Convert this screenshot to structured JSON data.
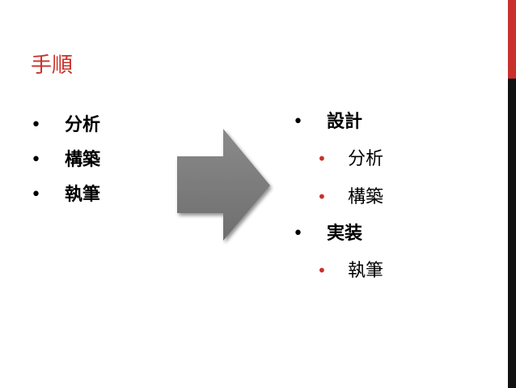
{
  "slide": {
    "title": "手順",
    "accent_color": "#c9302c",
    "left_list": {
      "bullet": "•",
      "items": [
        "分析",
        "構築",
        "執筆"
      ]
    },
    "arrow_icon": "right-arrow-icon",
    "right_list": {
      "bullet": "•",
      "groups": [
        {
          "label": "設計",
          "children": [
            "分析",
            "構築"
          ]
        },
        {
          "label": "実装",
          "children": [
            "執筆"
          ]
        }
      ]
    }
  }
}
